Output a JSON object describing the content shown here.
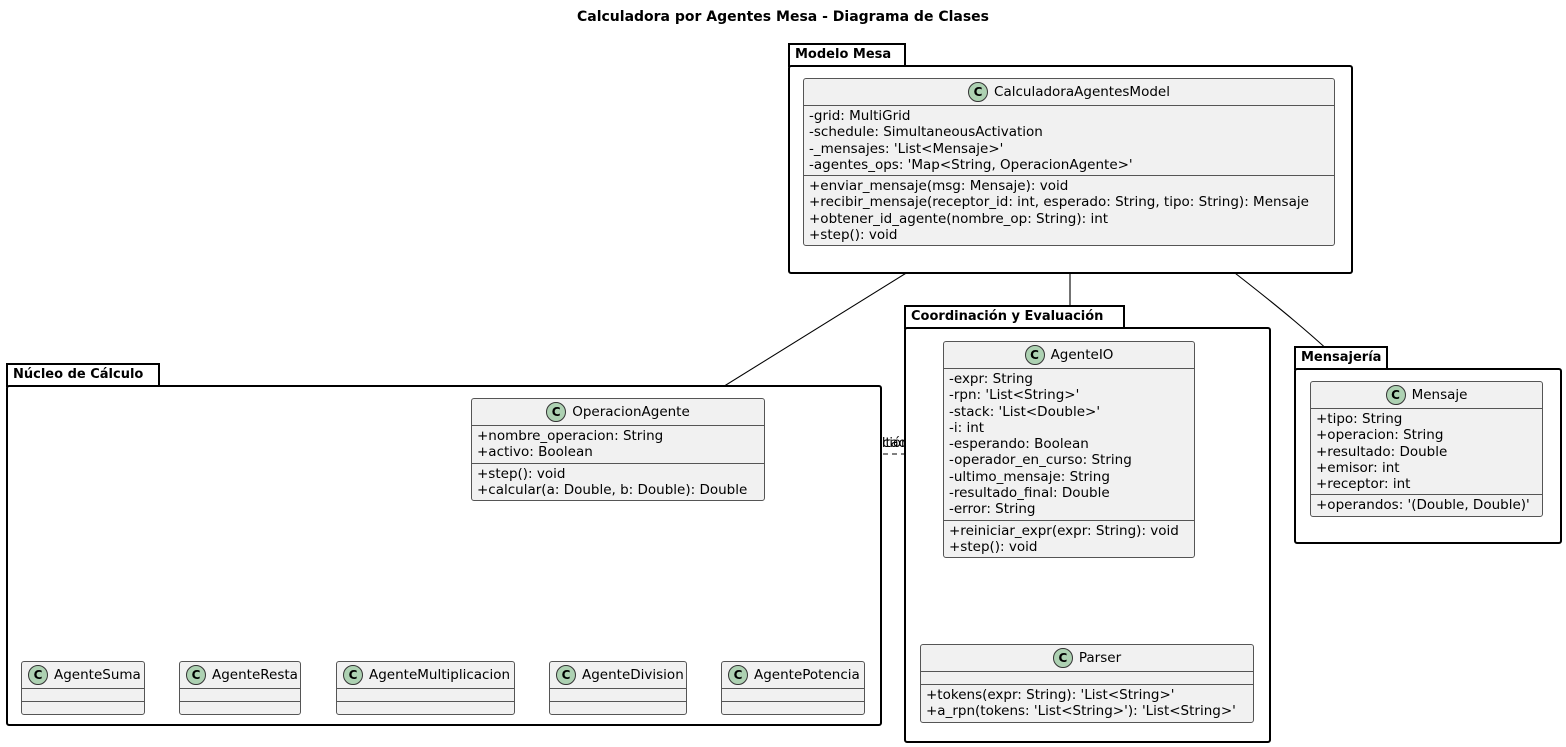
{
  "title": "Calculadora por Agentes Mesa - Diagrama de Clases",
  "packages": {
    "modelo": "Modelo Mesa",
    "coordinacion": "Coordinación y Evaluación",
    "mensajeria": "Mensajería",
    "nucleo": "Núcleo de Cálculo"
  },
  "class_badge": "C",
  "classes": {
    "model": {
      "name": "CalculadoraAgentesModel",
      "attributes": [
        "-grid: MultiGrid",
        "-schedule: SimultaneousActivation",
        "-_mensajes: 'List<Mensaje>'",
        "-agentes_ops: 'Map<String, OperacionAgente>'"
      ],
      "methods": [
        "+enviar_mensaje(msg: Mensaje): void",
        "+recibir_mensaje(receptor_id: int, esperado: String, tipo: String): Mensaje",
        "+obtener_id_agente(nombre_op: String): int",
        "+step(): void"
      ]
    },
    "agenteio": {
      "name": "AgenteIO",
      "attributes": [
        "-expr: String",
        "-rpn: 'List<String>'",
        "-stack: 'List<Double>'",
        "-i: int",
        "-esperando: Boolean",
        "-operador_en_curso: String",
        "-ultimo_mensaje: String",
        "-resultado_final: Double",
        "-error: String"
      ],
      "methods": [
        "+reiniciar_expr(expr: String): void",
        "+step(): void"
      ]
    },
    "parser": {
      "name": "Parser",
      "attributes": [],
      "methods": [
        "+tokens(expr: String): 'List<String>'",
        "+a_rpn(tokens: 'List<String>'): 'List<String>'"
      ]
    },
    "mensaje": {
      "name": "Mensaje",
      "attributes": [
        "+tipo: String",
        "+operacion: String",
        "+resultado: Double",
        "+emisor: int",
        "+receptor: int"
      ],
      "methods": [
        "+operandos: '(Double, Double)'"
      ]
    },
    "operacion": {
      "name": "OperacionAgente",
      "attributes": [
        "+nombre_operacion: String",
        "+activo: Boolean"
      ],
      "methods": [
        "+step(): void",
        "+calcular(a: Double, b: Double): Double"
      ]
    },
    "suma": {
      "name": "AgenteSuma"
    },
    "resta": {
      "name": "AgenteResta"
    },
    "multiplicacion": {
      "name": "AgenteMultiplicacion"
    },
    "division": {
      "name": "AgenteDivision"
    },
    "potencia": {
      "name": "AgentePotencia"
    }
  },
  "relations": {
    "usa": "usa",
    "solicita": "solicita operación",
    "responde": "responde resultado"
  }
}
